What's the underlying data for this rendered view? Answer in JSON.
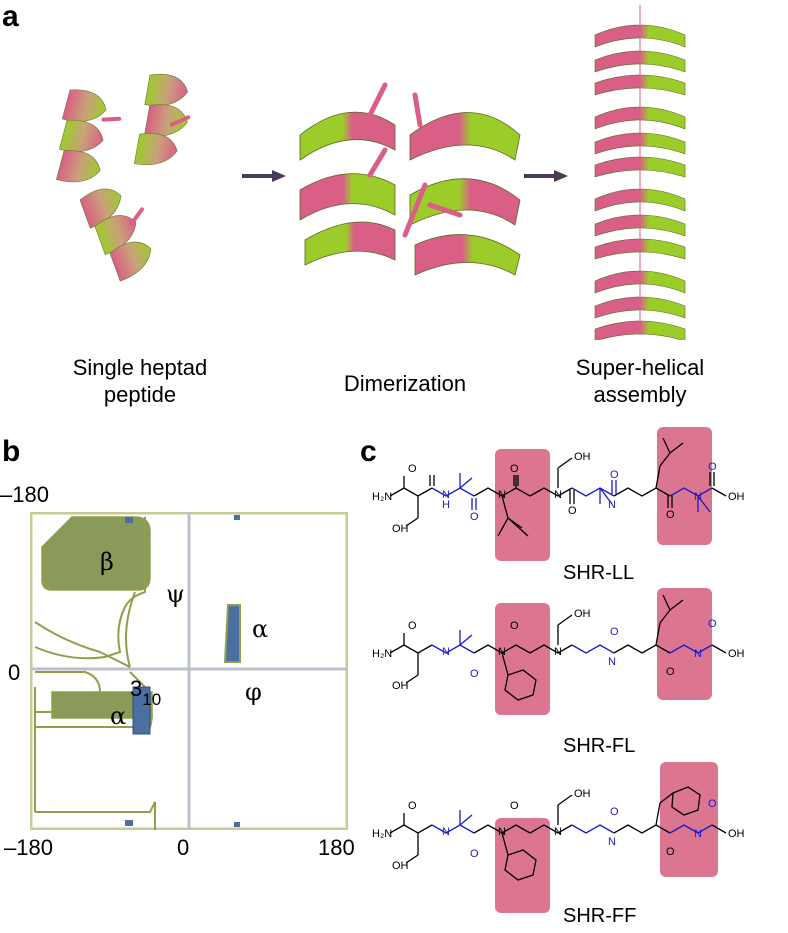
{
  "panels": {
    "a": {
      "letter": "a",
      "captions": {
        "single": [
          "Single heptad",
          "peptide"
        ],
        "dimer": "Dimerization",
        "assembly": [
          "Super-helical",
          "assembly"
        ]
      }
    },
    "b": {
      "letter": "b",
      "x_ticks": [
        "–180",
        "0",
        "180"
      ],
      "y_ticks": [
        "–180",
        "0"
      ],
      "region_labels": {
        "beta": "β",
        "psi": "ψ",
        "phi": "φ",
        "alpha_left": "α",
        "alpha_right": "α",
        "three_ten_main": "3",
        "three_ten_sub": "10"
      }
    },
    "c": {
      "letter": "c",
      "compounds": [
        "SHR-LL",
        "SHR-FL",
        "SHR-FF"
      ]
    }
  },
  "colors": {
    "helix_pink": "#d95f86",
    "helix_green": "#9ccc2a",
    "arrow": "#4a3a55",
    "rama_fill": "#8a9a58",
    "rama_line": "#8fa04a",
    "rama_blue": "#4a6fa0",
    "highlight": "#dc7590",
    "aib_blue": "#1a1acc"
  }
}
